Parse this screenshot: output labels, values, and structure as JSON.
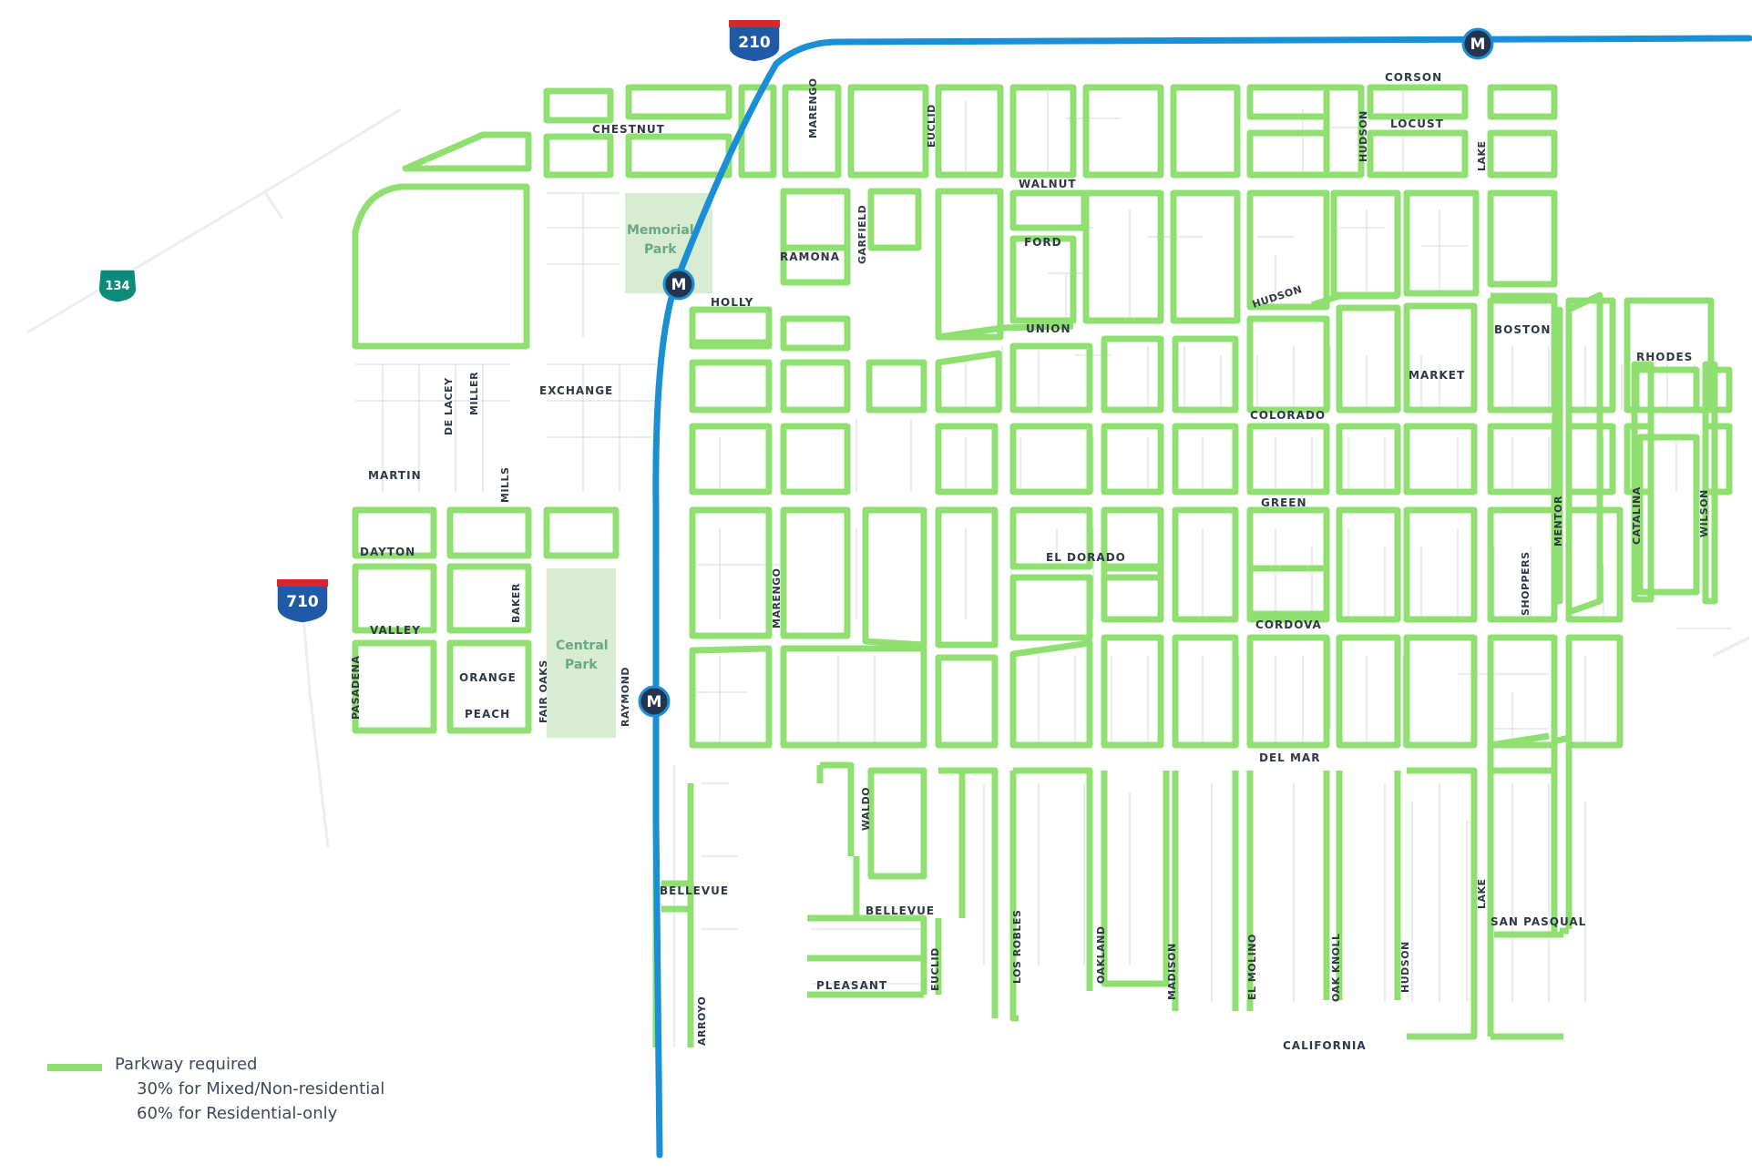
{
  "colors": {
    "parkway": "#8fe070",
    "street": "#e6e9ec",
    "parcel": "#d2d6da",
    "park": "#d7ecd1",
    "metro_line": "#1b8fd6",
    "metro_marker": "#24344f",
    "interstate_blue": "#1e5aa8",
    "interstate_red": "#d8262f",
    "state_route": "#0c8a7a"
  },
  "shields": {
    "i210": "210",
    "i710": "710",
    "sr134": "134"
  },
  "metro_stations": [
    "M",
    "M",
    "M"
  ],
  "parks": {
    "memorial": [
      "Memorial",
      "Park"
    ],
    "central": [
      "Central",
      "Park"
    ]
  },
  "streets_horizontal": {
    "corson": "CORSON",
    "chestnut": "CHESTNUT",
    "locust": "LOCUST",
    "walnut": "WALNUT",
    "ford": "FORD",
    "ramona": "RAMONA",
    "holly": "HOLLY",
    "union": "UNION",
    "boston": "BOSTON",
    "rhodes": "RHODES",
    "market": "MARKET",
    "exchange": "EXCHANGE",
    "colorado": "COLORADO",
    "martin": "MARTIN",
    "green": "GREEN",
    "dayton": "DAYTON",
    "el_dorado": "EL DORADO",
    "cordova": "CORDOVA",
    "valley": "VALLEY",
    "orange": "ORANGE",
    "peach": "PEACH",
    "del_mar": "DEL MAR",
    "bellevue_w": "BELLEVUE",
    "bellevue_e": "BELLEVUE",
    "pleasant": "PLEASANT",
    "san_pasqual": "SAN PASQUAL",
    "california": "CALIFORNIA",
    "hudson_curve": "HUDSON"
  },
  "streets_vertical": {
    "pasadena": "PASADENA",
    "de_lacey": "DE LACEY",
    "miller": "MILLER",
    "mills": "MILLS",
    "baker": "BAKER",
    "fair_oaks": "FAIR OAKS",
    "raymond": "RAYMOND",
    "arroyo": "ARROYO",
    "marengo": "MARENGO",
    "waldo": "WALDO",
    "euclid_n": "EUCLID",
    "euclid_s": "EUCLID",
    "garfield": "GARFIELD",
    "los_robles": "LOS ROBLES",
    "oakland": "OAKLAND",
    "madison": "MADISON",
    "el_molino": "EL MOLINO",
    "oak_knoll": "OAK KNOLL",
    "hudson_n": "HUDSON",
    "hudson_s": "HUDSON",
    "lake_n": "LAKE",
    "lake_s": "LAKE",
    "shoppers": "SHOPPERS",
    "mentor": "MENTOR",
    "catalina": "CATALINA",
    "wilson": "WILSON",
    "marengo_n": "MARENGO"
  },
  "legend": {
    "title": "Parkway required",
    "line1": "30% for Mixed/Non-residential",
    "line2": "60% for Residential-only"
  }
}
